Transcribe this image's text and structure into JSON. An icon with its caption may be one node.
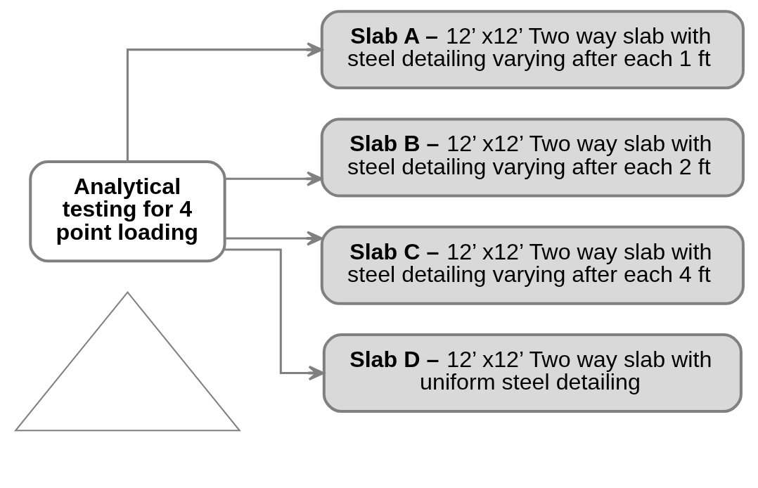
{
  "diagram": {
    "nodes": [
      {
        "text": [],
        "shape": "triangle"
      },
      {
        "text": [
          "Analytical testing for 4 point loading"
        ]
      },
      {
        "text": [
          "**Slab A –** 12’ x12’ Two way slab with steel detailing varying after each 1 ft"
        ]
      },
      {
        "text": [
          "**Slab B –** 12’ x12’ Two way slab with steel detailing varying after each 2 ft"
        ]
      },
      {
        "text": [
          "**Slab C –** 12’ x12’ Two way slab with steel detailing varying after each 4 ft"
        ]
      },
      {
        "text": [
          "**Slab D –** 12’ x12’ Two way slab with uniform steel detailing"
        ]
      }
    ],
    "edges": [
      {
        "from": 1,
        "to": 2,
        "arrow": "to"
      },
      {
        "from": 1,
        "to": 3,
        "arrow": "to"
      },
      {
        "from": 1,
        "to": 4,
        "arrow": "to"
      },
      {
        "from": 1,
        "to": 5,
        "arrow": "to"
      }
    ]
  }
}
